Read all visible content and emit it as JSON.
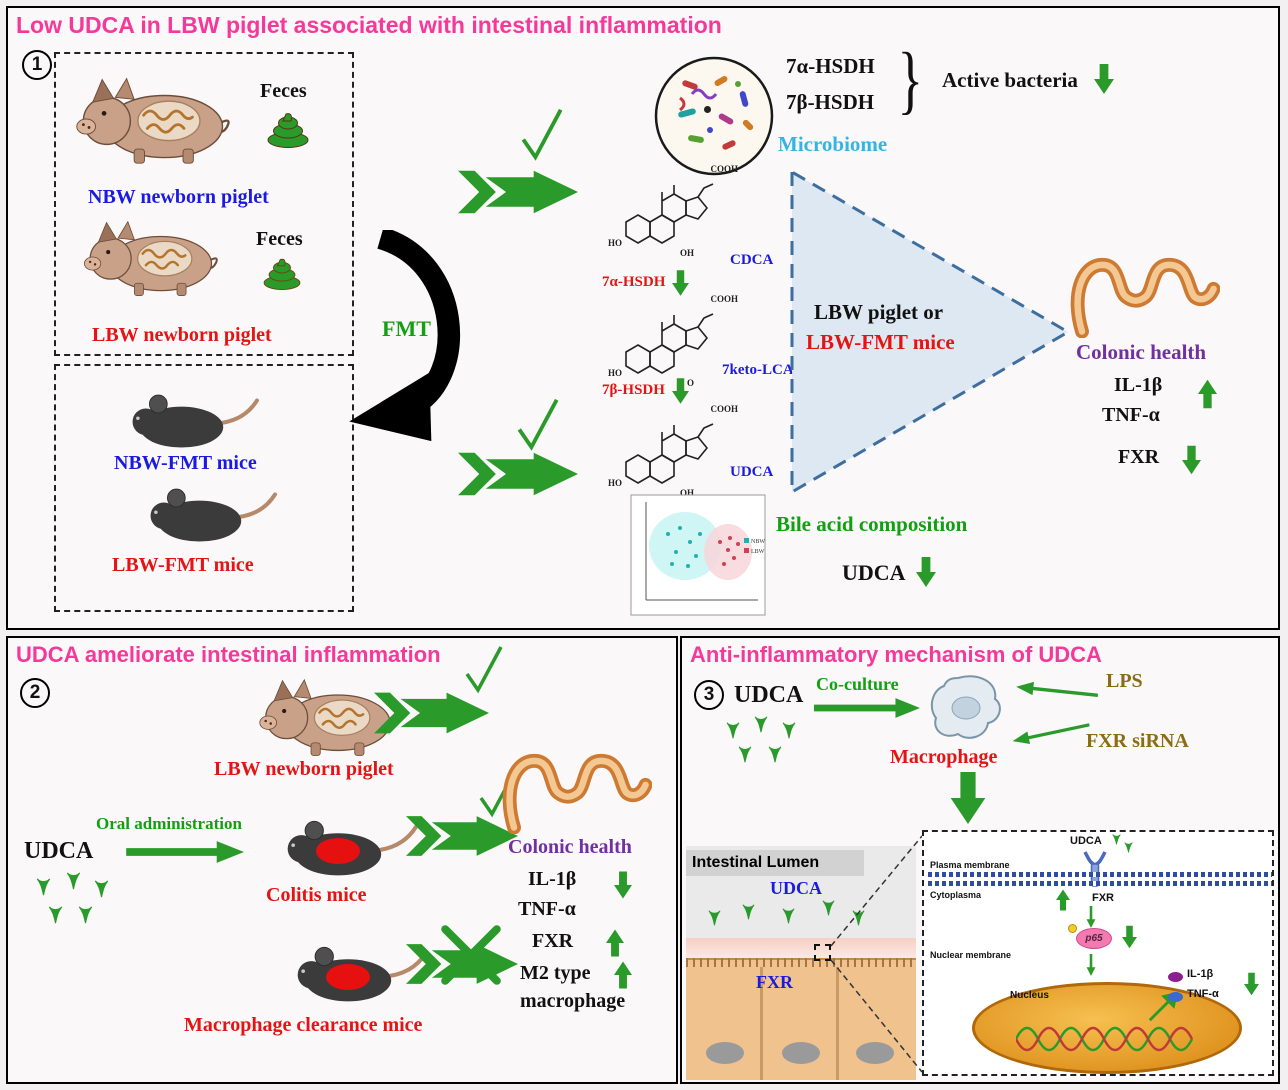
{
  "colors": {
    "panel_title": "#f5399b",
    "blue": "#1b1be0",
    "red": "#e41414",
    "green": "#12a012",
    "purple": "#7030a0",
    "cyan": "#35b4e4",
    "olive": "#8a6d12",
    "arrow_blue": "#2a2ae8",
    "arrow_red": "#e41414",
    "molecule": "#a1238f",
    "triangle_fill": "#dae6f2",
    "triangle_border": "#3d6e9e"
  },
  "panel1": {
    "number": "1",
    "title": "Low UDCA in LBW piglet associated with intestinal inflammation",
    "feces_top": "Feces",
    "feces_bottom": "Feces",
    "nbw_piglet": "NBW newborn piglet",
    "lbw_piglet": "LBW newborn piglet",
    "fmt": "FMT",
    "nbw_mice": "NBW-FMT mice",
    "lbw_mice": "LBW-FMT mice",
    "hsdh_alpha": "7α-HSDH",
    "hsdh_beta": "7β-HSDH",
    "active_bacteria": "Active bacteria",
    "microbiome": "Microbiome",
    "cooh": "COOH",
    "ho": "HO",
    "oh": "OH",
    "o": "O",
    "cdca": "CDCA",
    "step1": "7α-HSDH",
    "keto_lca": "7keto-LCA",
    "step2": "7β-HSDH",
    "udca": "UDCA",
    "pca_legend_nbw": "NBW",
    "pca_legend_lbw": "LBW",
    "triangle_line1": "LBW piglet or",
    "triangle_line2": "LBW-FMT mice",
    "bile_acid": "Bile acid composition",
    "udca_down": "UDCA",
    "colonic_health": "Colonic health",
    "il1b": "IL-1β",
    "tnfa": "TNF-α",
    "fxr": "FXR"
  },
  "panel2": {
    "number": "2",
    "title": "UDCA ameliorate intestinal inflammation",
    "lbw_piglet": "LBW newborn piglet",
    "udca": "UDCA",
    "oral_administration": "Oral administration",
    "colitis_mice": "Colitis mice",
    "colonic_health": "Colonic health",
    "il1b": "IL-1β",
    "tnfa": "TNF-α",
    "fxr": "FXR",
    "m2_line1": "M2 type",
    "m2_line2": "macrophage",
    "macrophage_clearance_mice": "Macrophage clearance mice"
  },
  "panel3": {
    "number": "3",
    "title": "Anti-inflammatory mechanism of UDCA",
    "udca": "UDCA",
    "co_culture": "Co-culture",
    "macrophage": "Macrophage",
    "lps": "LPS",
    "fxr_sirna": "FXR siRNA",
    "intestinal_lumen": "Intestinal Lumen",
    "udca_lumen": "UDCA",
    "fxr_epithelium": "FXR",
    "inset": {
      "udca": "UDCA",
      "plasma_membrane": "Plasma membrane",
      "cytoplasma": "Cytoplasma",
      "fxr": "FXR",
      "p65": "p65",
      "nuclear_membrane": "Nuclear membrane",
      "nucleus": "Nucleus",
      "il1b": "IL-1β",
      "tnfa": "TNF-α"
    }
  }
}
